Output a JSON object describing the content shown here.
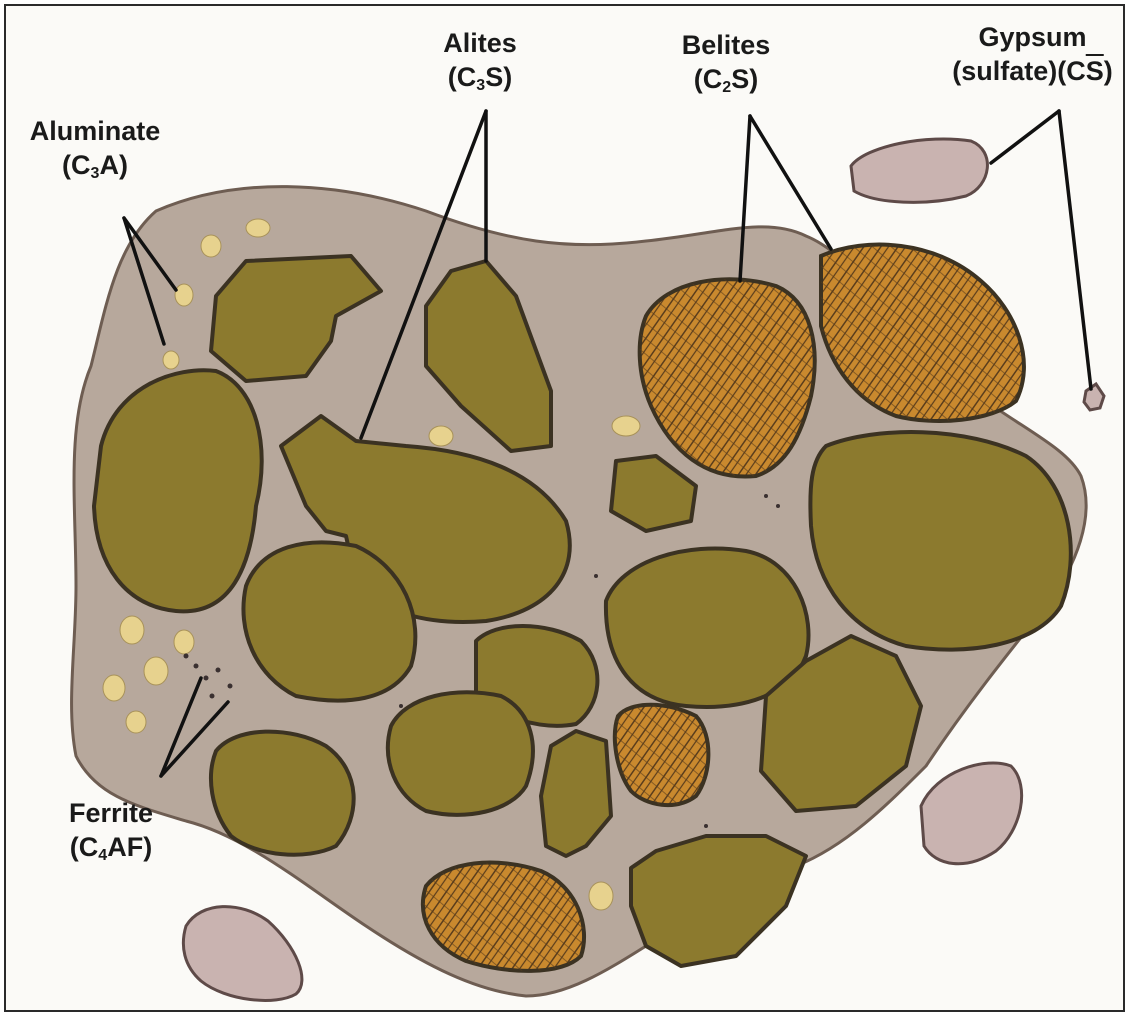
{
  "colors": {
    "matrix": "#b7a89c",
    "matrix_edge": "#6e5d52",
    "alite": "#8c7a2e",
    "alite_edge": "#3b3222",
    "belite": "#c9892e",
    "belite_hatch": "#5a3d1c",
    "gypsum": "#c9b3b0",
    "gypsum_edge": "#5e4a48",
    "aluminate": "#e7d28e",
    "leader": "#111111"
  },
  "labels": {
    "alites": {
      "name": "Alites",
      "formula_open": "(C",
      "formula_sub": "3",
      "formula_rest": "S)"
    },
    "belites": {
      "name": "Belites",
      "formula_open": "(C",
      "formula_sub": "2",
      "formula_rest": "S)"
    },
    "gypsum": {
      "name": "Gypsum",
      "formula_prefix": "(sulfate)(C",
      "formula_overline": "S",
      "formula_close": ")"
    },
    "aluminate": {
      "name": "Aluminate",
      "formula_open": "(C",
      "formula_sub": "3",
      "formula_rest": "A)"
    },
    "ferrite": {
      "name": "Ferrite",
      "formula_open": "(C",
      "formula_sub": "4",
      "formula_rest": "AF)"
    }
  }
}
